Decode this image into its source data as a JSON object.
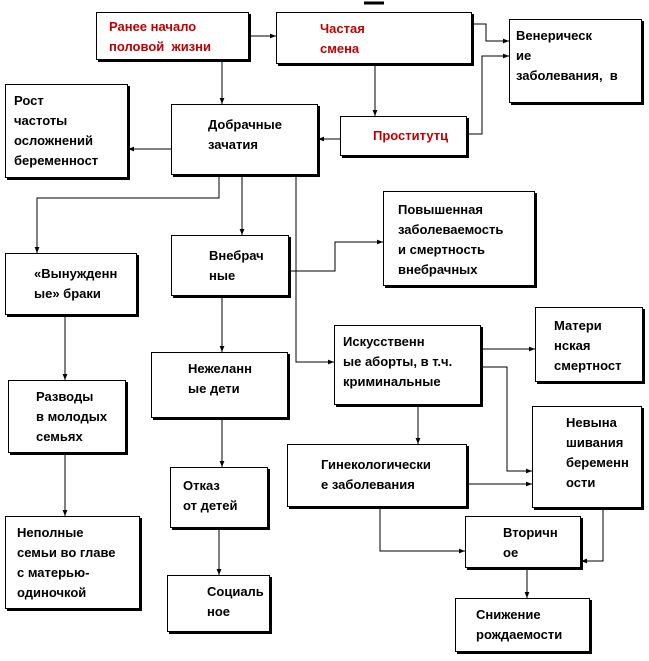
{
  "colors": {
    "line": "#000000",
    "accent_text": "#c00000",
    "text": "#000000"
  },
  "nodes": {
    "early_sex": {
      "text": "Ранее начало\nполовой  жизни"
    },
    "frequent_change": {
      "text": "Частая\nсмена"
    },
    "venereal": {
      "text": "Венерическ\nие\nзаболевания,  в"
    },
    "complications": {
      "text": "Рост\nчастоты\nосложнений\nбеременност"
    },
    "premarital": {
      "text": "Добрачные\nзачатия"
    },
    "prostitution": {
      "text": "Проститутц"
    },
    "forced_marriage": {
      "text": "«Вынужденн\nые» браки"
    },
    "extramarital": {
      "text": "Внебрач\nные"
    },
    "morbidity": {
      "text": "Повышенная\nзаболеваемость\nи смертность\nвнебрачных"
    },
    "maternal": {
      "text": "Матери\nнская\nсмертност"
    },
    "abortions": {
      "text": "Искусственн\nые аборты, в т.ч.\nкриминальные"
    },
    "unwanted": {
      "text": "Нежеланн\nые дети"
    },
    "divorces": {
      "text": "Разводы\nв молодых\nсемьях"
    },
    "miscarriage": {
      "text": "Невына\nшивания\nбеременн\nости"
    },
    "gyneco": {
      "text": "Гинекологически\nе заболевания"
    },
    "abandon": {
      "text": "Отказ\nот детей"
    },
    "incomplete": {
      "text": "Неполные\nсемьи во главе\nс матерью-\nодиночкой"
    },
    "secondary": {
      "text": "Вторичн\nое"
    },
    "social": {
      "text": "Социаль\nное"
    },
    "birthrate": {
      "text": "Снижение\nрождаемости"
    }
  }
}
